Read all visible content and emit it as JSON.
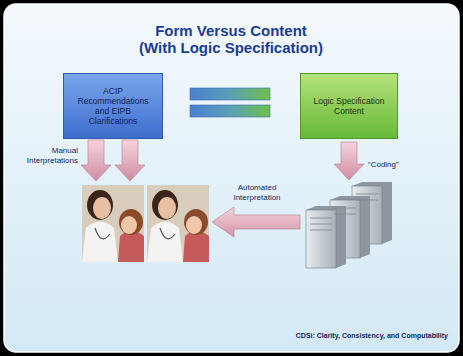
{
  "diagram": {
    "title": "Form Versus Content (With Logic Specification)",
    "nodes": [
      {
        "text": [
          "ACIP Recommendations and EIPB Clarifications"
        ]
      },
      {
        "text": [
          "Logic Specification Content"
        ]
      }
    ],
    "labels": [
      "Manual Interpretations",
      "“Coding”",
      "Automated Interpretation",
      "CDSi: Clarity, Consistency, and Computability"
    ]
  }
}
